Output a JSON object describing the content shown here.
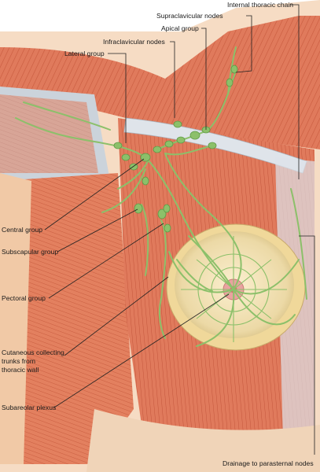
{
  "labels": {
    "internal_thoracic_chain": "Internal thoracic chain",
    "supraclavicular_nodes": "Supraclavicular nodes",
    "apical_group": "Apical group",
    "infraclavicular_nodes": "Infraclavicular nodes",
    "lateral_group": "Lateral group",
    "central_group": "Central group",
    "subscapular_group": "Subscapular group",
    "pectoral_group": "Pectoral group",
    "cutaneous_line1": "Cutaneous collecting",
    "cutaneous_line2": "trunks from",
    "cutaneous_line3": "thoracic wall",
    "subareolar_plexus": "Subareolar plexus",
    "drainage_parasternal": "Drainage to parasternal nodes"
  },
  "colors": {
    "muscle": "#e07a5c",
    "muscle_dark": "#c4563c",
    "skin": "#f6dcc4",
    "fat_yellow": "#f0d89a",
    "breast_gland": "#efe0b0",
    "lymph_green": "#8cc06a",
    "lymph_dark": "#5e9a46",
    "bone": "#d8dfe6",
    "areola": "#e9a3a0"
  }
}
